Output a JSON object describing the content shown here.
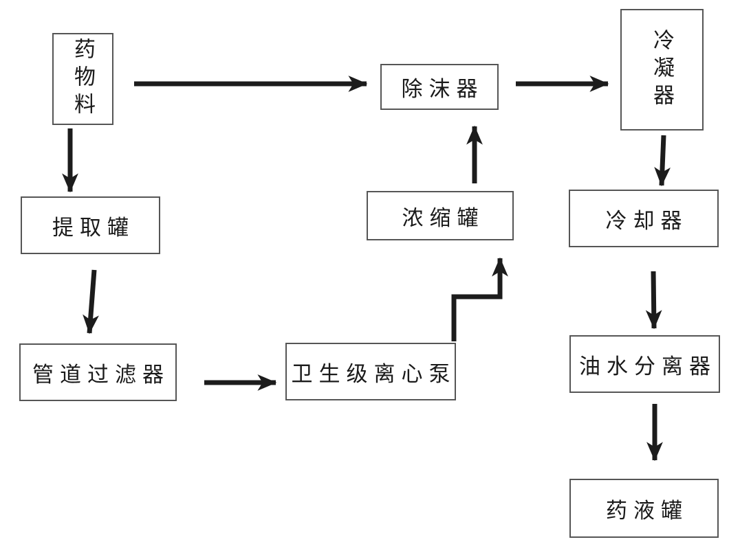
{
  "diagram": {
    "type": "flowchart",
    "nodes": [
      {
        "id": "drug-material",
        "label": "药物料",
        "orientation": "vertical"
      },
      {
        "id": "demister",
        "label": "除沫器",
        "orientation": "horizontal"
      },
      {
        "id": "condenser",
        "label": "冷凝器",
        "orientation": "vertical"
      },
      {
        "id": "extraction-tank",
        "label": "提取罐",
        "orientation": "horizontal"
      },
      {
        "id": "concentration-tank",
        "label": "浓缩罐",
        "orientation": "horizontal"
      },
      {
        "id": "cooler",
        "label": "冷却器",
        "orientation": "horizontal"
      },
      {
        "id": "pipeline-filter",
        "label": "管道过滤器",
        "orientation": "horizontal"
      },
      {
        "id": "centrifugal-pump",
        "label": "卫生级离心泵",
        "orientation": "horizontal"
      },
      {
        "id": "oil-water-separator",
        "label": "油水分离器",
        "orientation": "horizontal"
      },
      {
        "id": "liquid-medicine-tank",
        "label": "药液罐",
        "orientation": "horizontal"
      }
    ],
    "connections": [
      {
        "from": "药物料",
        "to": "除沫器",
        "style": "straight-right"
      },
      {
        "from": "除沫器",
        "to": "冷凝器",
        "style": "straight-right"
      },
      {
        "from": "药物料",
        "to": "提取罐",
        "style": "straight-down"
      },
      {
        "from": "提取罐",
        "to": "管道过滤器",
        "style": "straight-down"
      },
      {
        "from": "管道过滤器",
        "to": "卫生级离心泵",
        "style": "straight-right"
      },
      {
        "from": "卫生级离心泵",
        "to": "浓缩罐",
        "style": "elbow-up-right-up"
      },
      {
        "from": "浓缩罐",
        "to": "除沫器",
        "style": "straight-up"
      },
      {
        "from": "冷凝器",
        "to": "冷却器",
        "style": "straight-down"
      },
      {
        "from": "冷却器",
        "to": "油水分离器",
        "style": "straight-down"
      },
      {
        "from": "油水分离器",
        "to": "药液罐",
        "style": "straight-down"
      }
    ],
    "colors": {
      "line": "#1c1c1c",
      "box_border": "#555555",
      "text": "#1a1a1a",
      "background": "#ffffff"
    }
  }
}
